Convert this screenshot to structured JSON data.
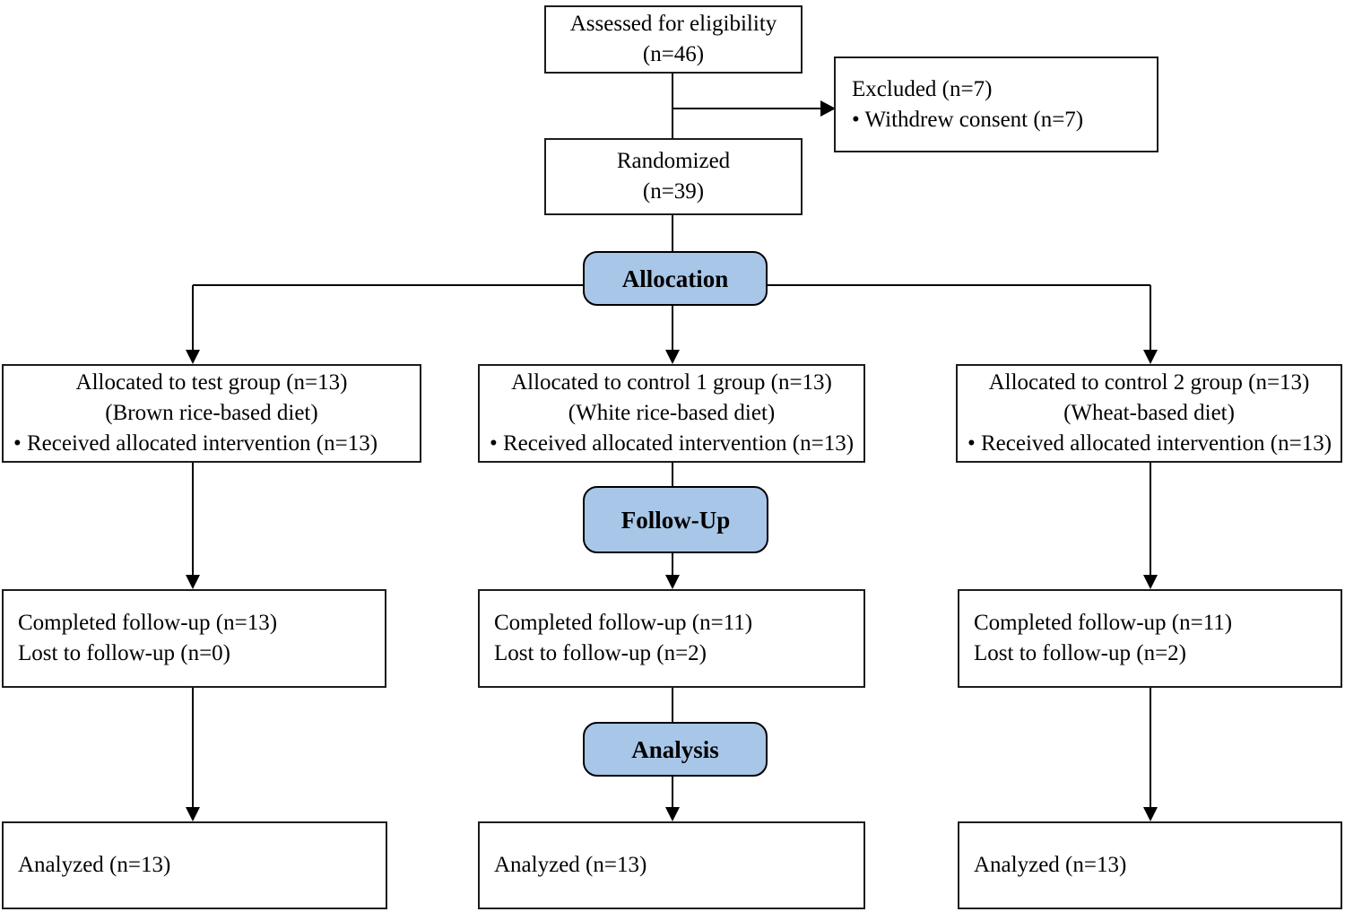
{
  "boxes": {
    "assessed": {
      "line1": "Assessed for eligibility",
      "line2": "(n=46)"
    },
    "excluded": {
      "line1": "Excluded (n=7)",
      "line2": "• Withdrew consent (n=7)"
    },
    "randomized": {
      "line1": "Randomized",
      "line2": "(n=39)"
    }
  },
  "stages": {
    "allocation": "Allocation",
    "followup": "Follow-Up",
    "analysis": "Analysis"
  },
  "columns": [
    {
      "id": "test-group",
      "allocated": {
        "line1": "Allocated to test group (n=13)",
        "line2": "(Brown rice-based diet)",
        "line3": "• Received allocated intervention (n=13)"
      },
      "followup": {
        "line1": "Completed follow-up (n=13)",
        "line2": "Lost to follow-up (n=0)"
      },
      "analyzed": "Analyzed (n=13)"
    },
    {
      "id": "control-1-group",
      "allocated": {
        "line1": "Allocated to control 1 group (n=13)",
        "line2": "(White rice-based diet)",
        "line3": "• Received allocated intervention (n=13)"
      },
      "followup": {
        "line1": "Completed follow-up (n=11)",
        "line2": "Lost to follow-up (n=2)"
      },
      "analyzed": "Analyzed (n=13)"
    },
    {
      "id": "control-2-group",
      "allocated": {
        "line1": "Allocated to control 2 group (n=13)",
        "line2": "(Wheat-based diet)",
        "line3": "• Received allocated intervention (n=13)"
      },
      "followup": {
        "line1": "Completed follow-up (n=11)",
        "line2": "Lost to follow-up (n=2)"
      },
      "analyzed": "Analyzed (n=13)"
    }
  ],
  "colors": {
    "stage_fill": "#a8c6e7",
    "line": "#000000",
    "box_border": "#1c1c1c",
    "background": "#ffffff"
  }
}
